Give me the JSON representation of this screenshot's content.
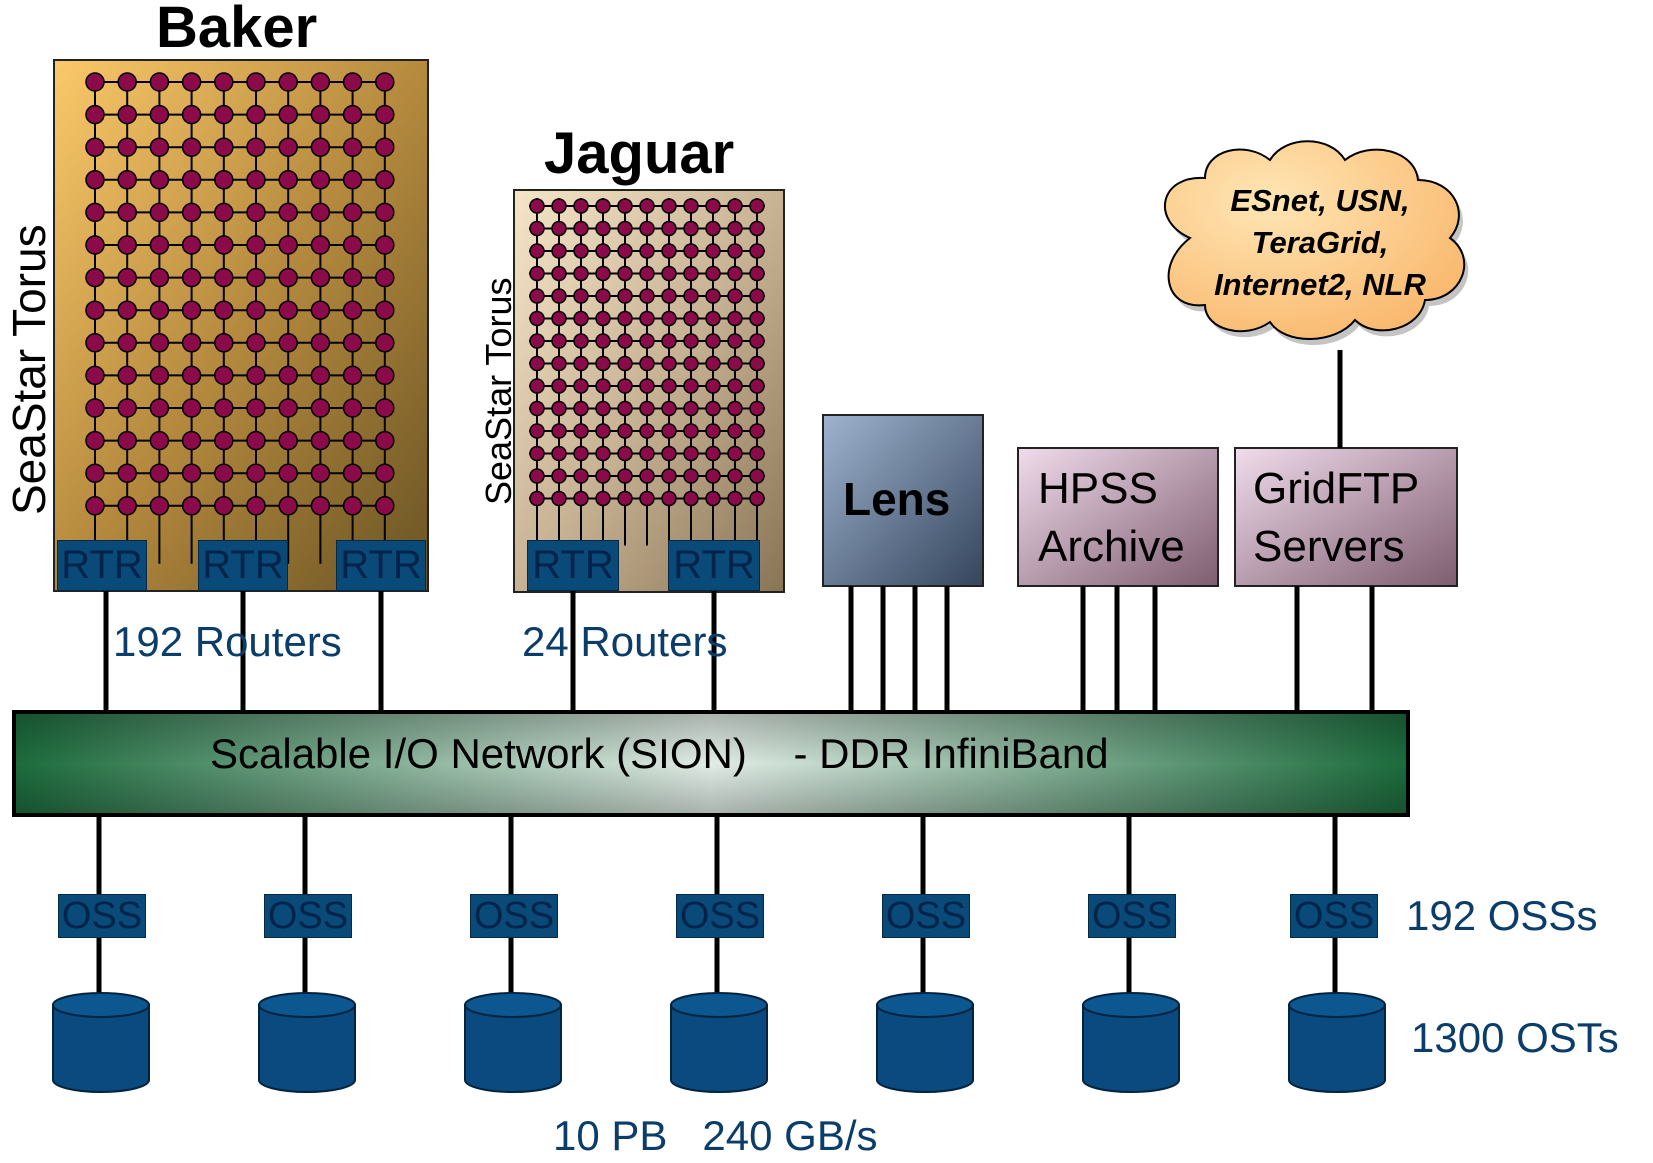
{
  "systems": {
    "baker": {
      "title": "Baker",
      "torus_label": "SeaStar Torus",
      "rtr_labels": [
        "RTR",
        "RTR",
        "RTR"
      ],
      "routers_label": "192 Routers"
    },
    "jaguar": {
      "title": "Jaguar",
      "torus_label": "SeaStar Torus",
      "rtr_labels": [
        "RTR",
        "RTR"
      ],
      "routers_label": "24 Routers"
    }
  },
  "servers": {
    "lens": {
      "label": "Lens"
    },
    "hpss": {
      "line1": "HPSS",
      "line2": "Archive"
    },
    "gridftp": {
      "line1": "GridFTP",
      "line2": "Servers"
    }
  },
  "cloud": {
    "line1": "ESnet, USN,",
    "line2": "TeraGrid,",
    "line3": "Internet2, NLR"
  },
  "network": {
    "label": "Scalable I/O Network (SION)    - DDR InfiniBand"
  },
  "storage": {
    "oss_labels": [
      "OSS",
      "OSS",
      "OSS",
      "OSS",
      "OSS",
      "OSS",
      "OSS"
    ],
    "oss_count_label": "192 OSSs",
    "ost_count_label": "1300 OSTs",
    "capacity_label": "10 PB   240 GB/s"
  },
  "colors": {
    "node": "#8b0a4a",
    "router_box": "#0a4a78",
    "label_blue": "#0b3d6b",
    "network_green": "#1b6b3c",
    "disk_blue": "#0a4a7e"
  }
}
